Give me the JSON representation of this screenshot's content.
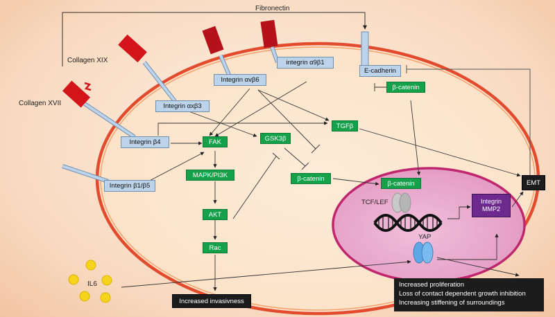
{
  "ligands": {
    "fibronectin": "Fibronectin",
    "collagen_xix": "Collagen XIX",
    "collagen_xvii": "Collagen XVII",
    "il6": "IL6"
  },
  "receptors": {
    "integrin_a9b1": "integrin α9β1",
    "integrin_avb6": "Integrin αvβ6",
    "integrin_axb3": "Integrin αxβ3",
    "integrin_b4": "Integrin β4",
    "integrin_b1b5": "Integrin β1/β5",
    "e_cadherin": "E-cadherin"
  },
  "signals": {
    "beta_catenin_membrane": "β-catenin",
    "fak": "FAK",
    "gsk3b": "GSK3β",
    "tgfb": "TGFβ",
    "mapk_pi3k": "MAPK/PI3K",
    "beta_catenin_cyto": "β-catenin",
    "akt": "AKT",
    "rac": "Rac",
    "beta_catenin_nuclear": "β-catenin"
  },
  "nucleus": {
    "tcf_lef": "TCF/LEF",
    "yap": "YAP",
    "integrin_mmp2_line1": "Integrin",
    "integrin_mmp2_line2": "MMP2"
  },
  "outcomes": {
    "emt": "EMT",
    "invasiveness": "Increased invasivness",
    "effects": [
      "Increased proliferation",
      "Loss of contact dependent growth inhibition",
      "Increasing stiffening of surroundings"
    ]
  },
  "colors": {
    "membrane": "#e34b2e",
    "nucleus": "#e7a2c9",
    "nucleus_border": "#c0266e",
    "ligand": "#d4141b",
    "receptor": "#bcd3ea",
    "signal": "#14a14a",
    "target": "#6b2a8c"
  }
}
